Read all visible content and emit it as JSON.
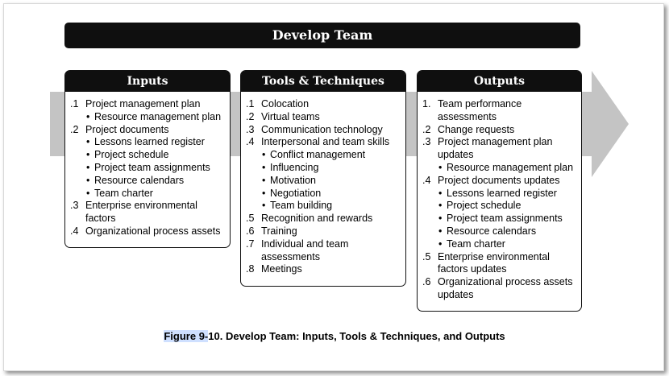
{
  "title": "Develop Team",
  "inputs": {
    "heading": "Inputs",
    "items": [
      {
        "kind": "num",
        "num": ".1",
        "text": "Project management plan"
      },
      {
        "kind": "bul",
        "text": "Resource management plan"
      },
      {
        "kind": "num",
        "num": ".2",
        "text": "Project documents"
      },
      {
        "kind": "bul",
        "text": "Lessons learned register"
      },
      {
        "kind": "bul",
        "text": "Project schedule"
      },
      {
        "kind": "bul",
        "text": "Project team assignments"
      },
      {
        "kind": "bul",
        "text": "Resource calendars"
      },
      {
        "kind": "bul",
        "text": "Team charter"
      },
      {
        "kind": "num",
        "num": ".3",
        "text": "Enterprise environmental factors"
      },
      {
        "kind": "num",
        "num": ".4",
        "text": "Organizational process assets"
      }
    ]
  },
  "tools": {
    "heading": "Tools & Techniques",
    "items": [
      {
        "kind": "num",
        "num": ".1",
        "text": "Colocation"
      },
      {
        "kind": "num",
        "num": ".2",
        "text": "Virtual teams"
      },
      {
        "kind": "num",
        "num": ".3",
        "text": "Communication technology"
      },
      {
        "kind": "num",
        "num": ".4",
        "text": "Interpersonal and team skills"
      },
      {
        "kind": "bul",
        "text": "Conflict management"
      },
      {
        "kind": "bul",
        "text": "Influencing"
      },
      {
        "kind": "bul",
        "text": "Motivation"
      },
      {
        "kind": "bul",
        "text": "Negotiation"
      },
      {
        "kind": "bul",
        "text": "Team building"
      },
      {
        "kind": "num",
        "num": ".5",
        "text": "Recognition and rewards"
      },
      {
        "kind": "num",
        "num": ".6",
        "text": "Training"
      },
      {
        "kind": "num",
        "num": ".7",
        "text": "Individual and team assessments"
      },
      {
        "kind": "num",
        "num": ".8",
        "text": "Meetings"
      }
    ]
  },
  "outputs": {
    "heading": "Outputs",
    "items": [
      {
        "kind": "num",
        "num": "1.",
        "text": "Team performance assessments"
      },
      {
        "kind": "num",
        "num": ".2",
        "text": "Change requests"
      },
      {
        "kind": "num",
        "num": ".3",
        "text": "Project management plan updates"
      },
      {
        "kind": "bul",
        "text": "Resource management plan"
      },
      {
        "kind": "num",
        "num": ".4",
        "text": "Project documents updates"
      },
      {
        "kind": "bul",
        "text": "Lessons learned register"
      },
      {
        "kind": "bul",
        "text": "Project schedule"
      },
      {
        "kind": "bul",
        "text": "Project team assignments"
      },
      {
        "kind": "bul",
        "text": "Resource calendars"
      },
      {
        "kind": "bul",
        "text": "Team charter"
      },
      {
        "kind": "num",
        "num": ".5",
        "text": "Enterprise environmental factors updates"
      },
      {
        "kind": "num",
        "num": ".6",
        "text": "Organizational process assets updates"
      }
    ]
  },
  "caption": {
    "highlight": "Figure 9-",
    "rest": "10. Develop Team: Inputs, Tools & Techniques, and Outputs"
  },
  "colors": {
    "arrow": "#c4c4c4",
    "header": "#0f0f0f",
    "highlight": "#cfe0ff"
  }
}
